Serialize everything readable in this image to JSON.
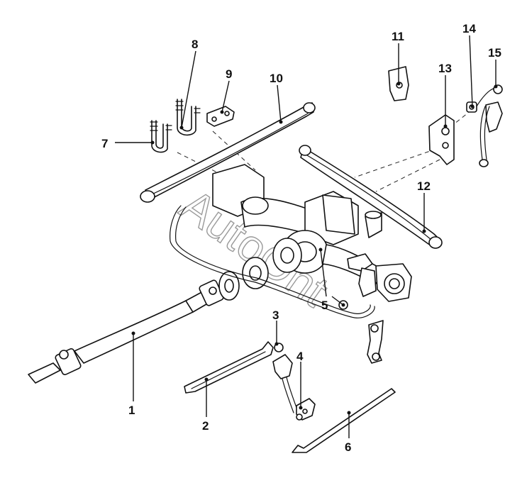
{
  "diagram": {
    "watermark": "AutoOnt",
    "callouts": [
      "1",
      "2",
      "3",
      "4",
      "5",
      "6",
      "7",
      "8",
      "9",
      "10",
      "11",
      "12",
      "13",
      "14",
      "15"
    ]
  }
}
